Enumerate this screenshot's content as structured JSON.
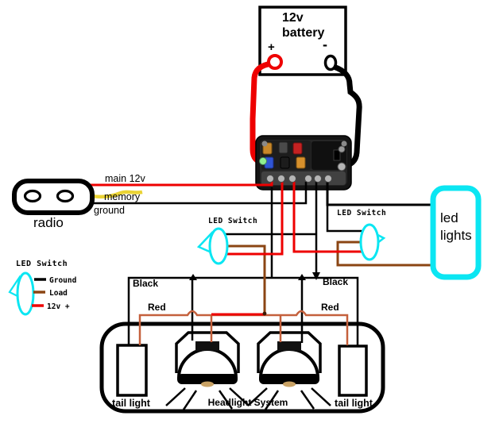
{
  "colors": {
    "red": "#ee0000",
    "orange": "#c4603c",
    "brown": "#8b4513",
    "yellow": "#ead335",
    "cyan": "#0be6f2",
    "black": "#000000"
  },
  "battery": {
    "line1": "12v",
    "line2": "battery",
    "positive": "+",
    "negative": "-"
  },
  "radio": {
    "label": "radio",
    "wire_labels": {
      "main": "main 12v",
      "memory": "memory",
      "ground": "ground"
    }
  },
  "switches": {
    "left_label": "LED Switch",
    "right_label": "LED Switch"
  },
  "legend": {
    "title": "LED Switch",
    "ground": "Ground",
    "load": "Load",
    "power": "12v +"
  },
  "led_lights": {
    "line1": "led",
    "line2": "lights"
  },
  "harness_labels": {
    "black_left": "Black",
    "red_left": "Red",
    "black_right": "Black",
    "red_right": "Red"
  },
  "lights": {
    "tail_left": "tail light",
    "headlight": "Headlight System",
    "tail_right": "tail light"
  }
}
